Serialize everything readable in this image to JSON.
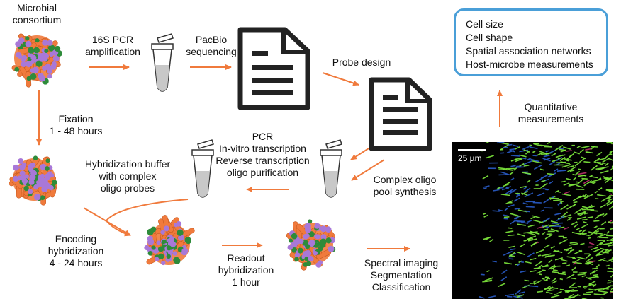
{
  "labels": {
    "consortium": [
      "Microbial",
      "consortium"
    ],
    "pcr16s": [
      "16S PCR",
      "amplification"
    ],
    "pacbio": [
      "PacBio",
      "sequencing"
    ],
    "probe_design": "Probe design",
    "fixation": [
      "Fixation",
      "1 - 48 hours"
    ],
    "pcr_steps": [
      "PCR",
      "In-vitro transcription",
      "Reverse transcription",
      "oligo purification"
    ],
    "hyb_buffer": [
      "Hybridization buffer",
      "with complex",
      "oligo probes"
    ],
    "complex_pool": [
      "Complex oligo",
      "pool synthesis"
    ],
    "encoding": [
      "Encoding",
      "hybridization",
      "4 - 24 hours"
    ],
    "readout": [
      "Readout",
      "hybridization",
      "1 hour"
    ],
    "imaging": [
      "Spectral imaging",
      "Segmentation",
      "Classification"
    ],
    "quant": [
      "Quantitative",
      "measurements"
    ]
  },
  "box_items": [
    "Cell size",
    "Cell shape",
    "Spatial association networks",
    "Host-microbe measurements"
  ],
  "scale_bar": "25 µm",
  "colors": {
    "arrow": "#f07a3c",
    "box_border": "#4a9fd8",
    "cell_orange": "#f07a3c",
    "cell_purple": "#a878d8",
    "cell_green": "#2e8b3a",
    "micro_green": "#7ee83c",
    "micro_blue": "#2a5cc8",
    "micro_magenta": "#c03070"
  }
}
